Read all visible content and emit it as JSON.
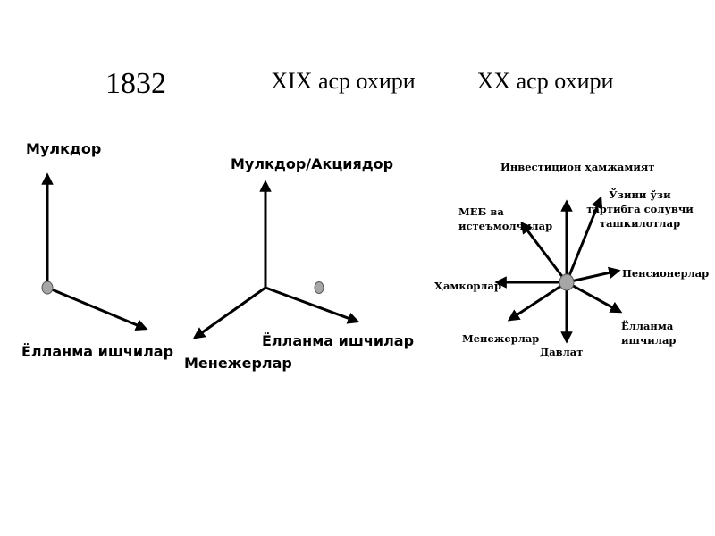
{
  "periods": {
    "p1": "1832",
    "p2": "XIX аср охири",
    "p3": "XX аср охири"
  },
  "diagram1": {
    "owner": "Мулкдор",
    "workers": "Ёлланма ишчилар"
  },
  "diagram2": {
    "owner": "Мулкдор/Акциядор",
    "workers": "Ёлланма ишчилар",
    "managers": "Менежерлар"
  },
  "diagram3": {
    "investment": "Инвестицион ҳамжамият",
    "self_reg_1": "Ўзини ўзи",
    "self_reg_2": "тартибга солувчи",
    "self_reg_3": "ташкилотлар",
    "meb_1": "МЕБ ва",
    "meb_2": "истеъмолчилар",
    "partners": "Ҳамкорлар",
    "pensioners": "Пенсионерлар",
    "workers_1": "Ёлланма",
    "workers_2": "ишчилар",
    "managers": "Менежерлар",
    "state": "Давлат"
  },
  "colors": {
    "line": "#000000",
    "node_fill": "#a6a6a6"
  }
}
